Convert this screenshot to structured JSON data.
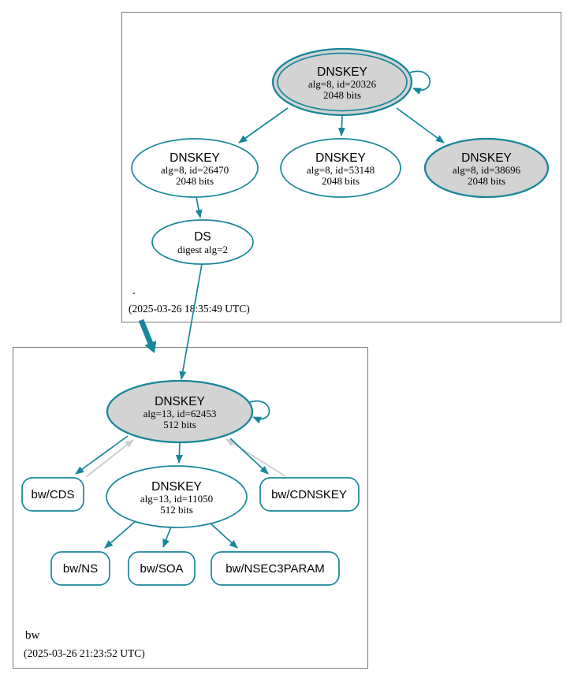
{
  "diagram": {
    "type": "dnssec-authentication-graph",
    "zones": {
      "root": {
        "name": ".",
        "timestamp": "(2025-03-26 18:35:49 UTC)"
      },
      "bw": {
        "name": "bw",
        "timestamp": "(2025-03-26 21:23:52 UTC)"
      }
    },
    "nodes": {
      "root_ksk": {
        "title": "DNSKEY",
        "attrs": "alg=8, id=20326",
        "size": "2048 bits"
      },
      "root_zsk_26470": {
        "title": "DNSKEY",
        "attrs": "alg=8, id=26470",
        "size": "2048 bits"
      },
      "root_zsk_53148": {
        "title": "DNSKEY",
        "attrs": "alg=8, id=53148",
        "size": "2048 bits"
      },
      "root_ksk_38696": {
        "title": "DNSKEY",
        "attrs": "alg=8, id=38696",
        "size": "2048 bits"
      },
      "root_ds": {
        "title": "DS",
        "attrs": "digest alg=2"
      },
      "bw_ksk": {
        "title": "DNSKEY",
        "attrs": "alg=13, id=62453",
        "size": "512 bits"
      },
      "bw_zsk": {
        "title": "DNSKEY",
        "attrs": "alg=13, id=11050",
        "size": "512 bits"
      },
      "bw_cds": {
        "label": "bw/CDS"
      },
      "bw_cdnskey": {
        "label": "bw/CDNSKEY"
      },
      "bw_ns": {
        "label": "bw/NS"
      },
      "bw_soa": {
        "label": "bw/SOA"
      },
      "bw_nsec3param": {
        "label": "bw/NSEC3PARAM"
      }
    },
    "colors": {
      "secure": "#17869a",
      "insecure": "#cccccc",
      "ksk_fill": "#d3d3d3",
      "node_fill": "#ffffff",
      "zone_border": "#7a7a7a",
      "text": "#000000"
    }
  }
}
